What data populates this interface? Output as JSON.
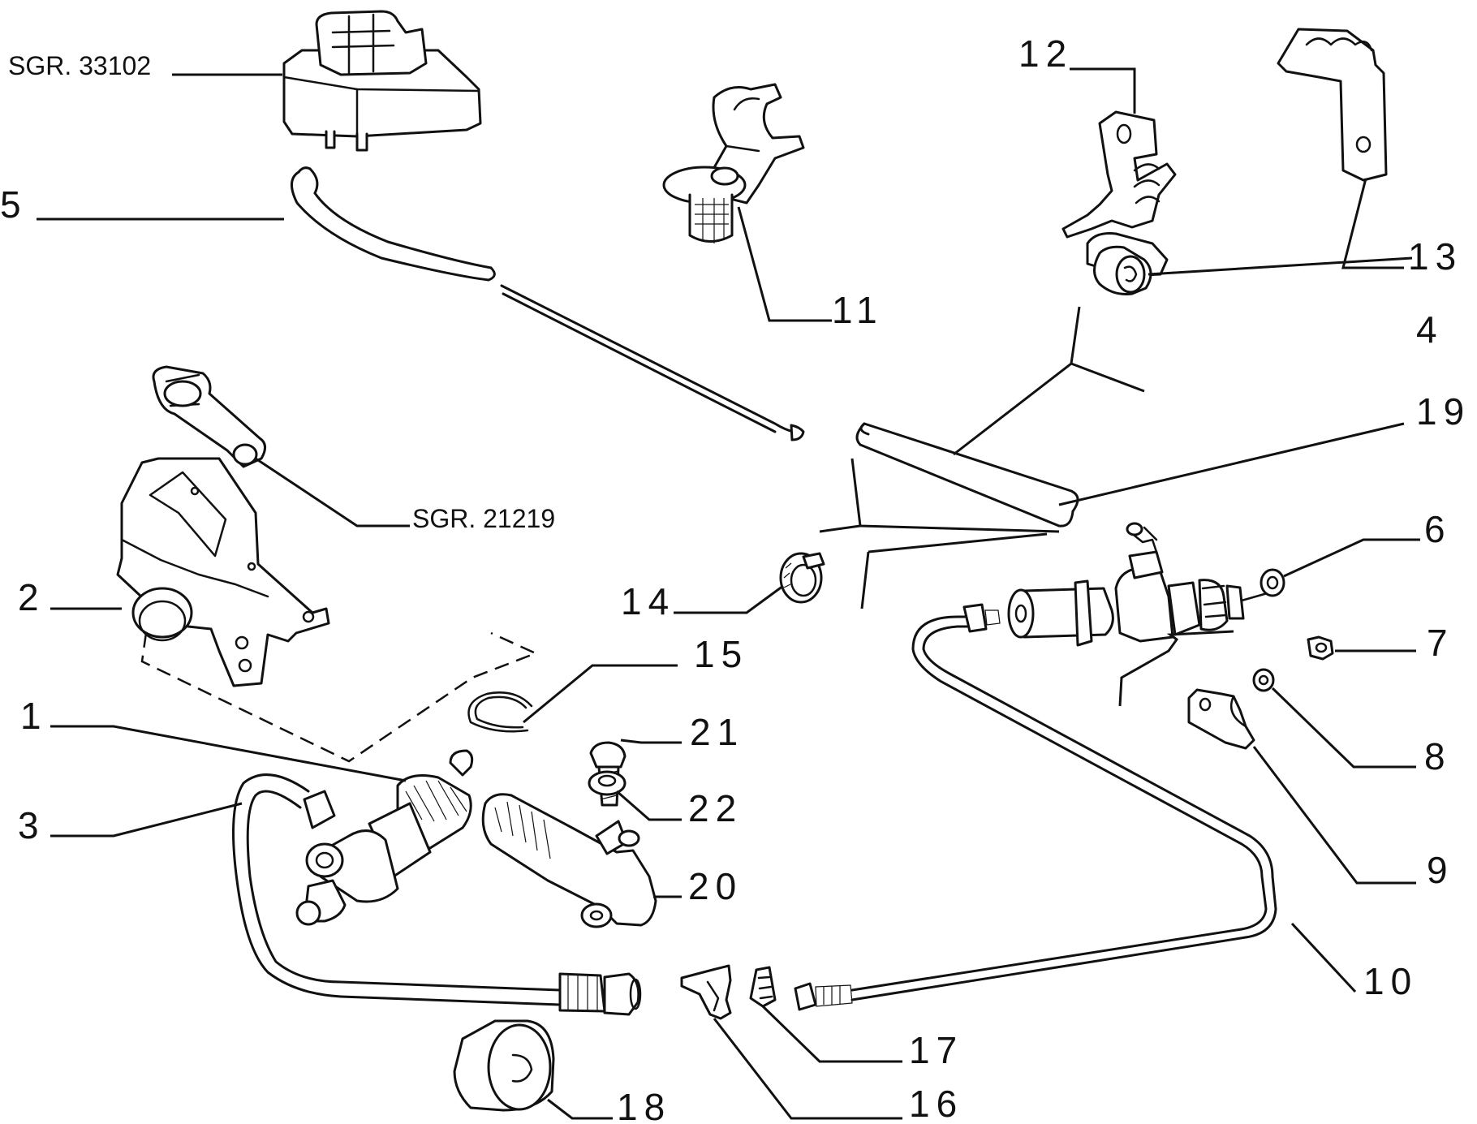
{
  "callouts": {
    "n1": "1",
    "n2": "2",
    "n3": "3",
    "n4": "4",
    "n5": "5",
    "n6": "6",
    "n7": "7",
    "n8": "8",
    "n9": "9",
    "n10": "10",
    "n11": "11",
    "n12": "12",
    "n13": "13",
    "n14": "14",
    "n15": "15",
    "n16": "16",
    "n17": "17",
    "n18": "18",
    "n19": "19",
    "n20": "20",
    "n21": "21",
    "n22": "22"
  },
  "references": {
    "reservoir": "SGR. 33102",
    "pedal_lever": "SGR. 21219"
  }
}
